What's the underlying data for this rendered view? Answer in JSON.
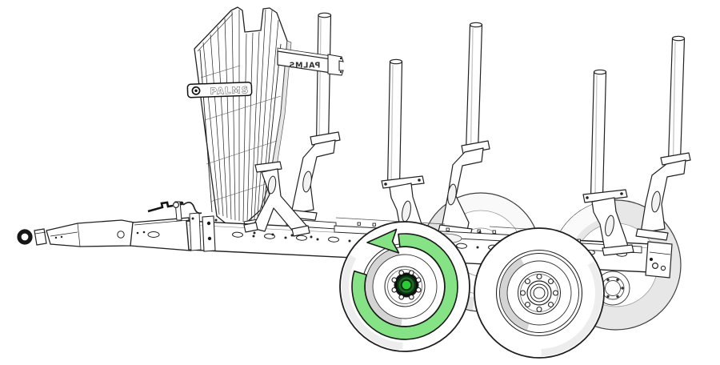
{
  "figure": {
    "subject": "forestry-timber-trailer-technical-line-drawing",
    "brand": {
      "plate_text": "PALMS",
      "crossbar_text": "PALMS"
    },
    "colors": {
      "arrow_green": "#85e386",
      "hub_green_bright": "#2bcb33",
      "hub_green_mid": "#1a6b20",
      "hub_green_dark": "#0b2f12",
      "line": "#1e1e1e",
      "shade_light": "#ededed",
      "shade_mid": "#d4d4d4",
      "far_wheel_gray": "#e7e7e7"
    },
    "rotation_indicator": {
      "icon": "counter-clockwise-rotation-arrow",
      "meaning": "wheel hub rotation highlight on front left wheel"
    }
  }
}
